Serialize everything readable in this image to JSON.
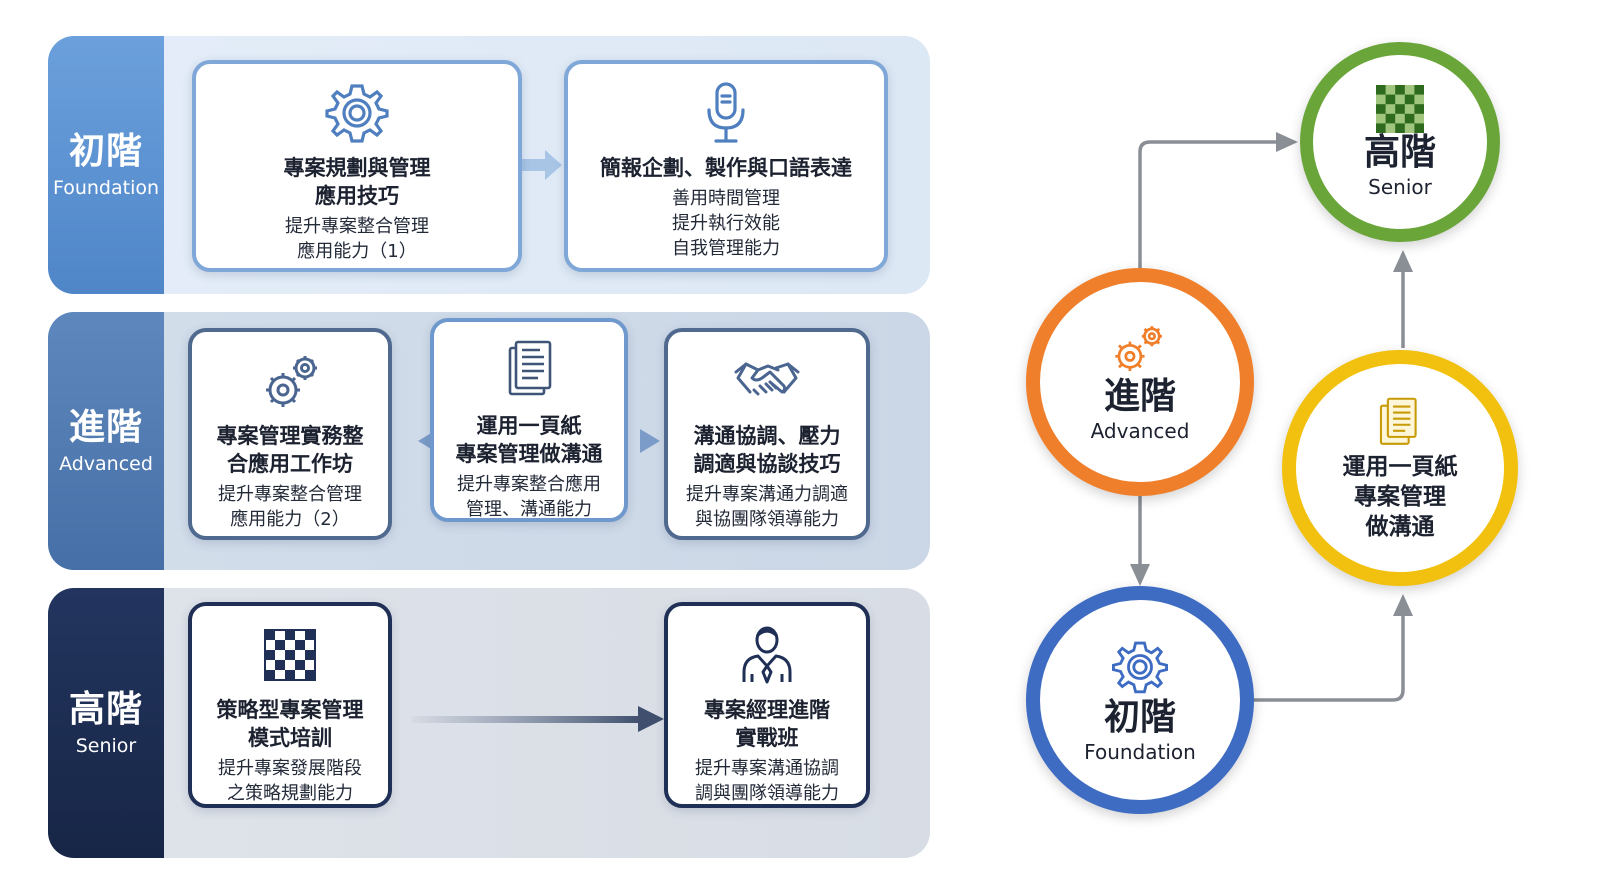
{
  "levels": {
    "foundation": {
      "zh": "初階",
      "en": "Foundation"
    },
    "advanced": {
      "zh": "進階",
      "en": "Advanced"
    },
    "senior": {
      "zh": "高階",
      "en": "Senior"
    }
  },
  "cards": {
    "planning": {
      "title": "專案規劃與管理\n應用技巧",
      "desc": "提升專案整合管理\n應用能力（1）",
      "icon": "gear-icon"
    },
    "presentation": {
      "title": "簡報企劃、製作與口語表達",
      "desc": "善用時間管理\n提升執行效能\n自我管理能力",
      "icon": "microphone-icon"
    },
    "workshop": {
      "title": "專案管理實務整\n合應用工作坊",
      "desc": "提升專案整合管理\n應用能力（2）",
      "icon": "gears-icon"
    },
    "onepage": {
      "title": "運用一頁紙\n專案管理做溝通",
      "desc": "提升專案整合應用\n管理、溝通能力",
      "icon": "document-icon"
    },
    "negotiation": {
      "title": "溝通協調、壓力\n調適與協談技巧",
      "desc": "提升專案溝通力調適\n與協團隊領導能力",
      "icon": "handshake-icon"
    },
    "strategic": {
      "title": "策略型專案管理\n模式培訓",
      "desc": "提升專案發展階段\n之策略規劃能力",
      "icon": "checkerboard-icon"
    },
    "pm_practice": {
      "title": "專案經理進階\n實戰班",
      "desc": "提升專案溝通協調\n調與團隊領導能力",
      "icon": "manager-icon"
    }
  },
  "flow": {
    "foundation": {
      "zh": "初階",
      "en": "Foundation",
      "icon": "gear-icon"
    },
    "advanced": {
      "zh": "進階",
      "en": "Advanced",
      "icon": "gears-icon"
    },
    "senior": {
      "zh": "高階",
      "en": "Senior",
      "icon": "checkerboard-icon"
    },
    "onepage": {
      "title": "運用一頁紙\n專案管理\n做溝通",
      "icon": "document-icon"
    }
  },
  "colors": {
    "foundation_tab": "#5a90d0",
    "advanced_tab": "#4f78ad",
    "senior_tab": "#1b2a4e",
    "ring_advanced": "#ef7f2b",
    "ring_senior": "#6aa53a",
    "ring_onepage": "#f2c10f",
    "ring_foundation": "#3e6cc3",
    "flow_arrow": "#8a8f96"
  }
}
